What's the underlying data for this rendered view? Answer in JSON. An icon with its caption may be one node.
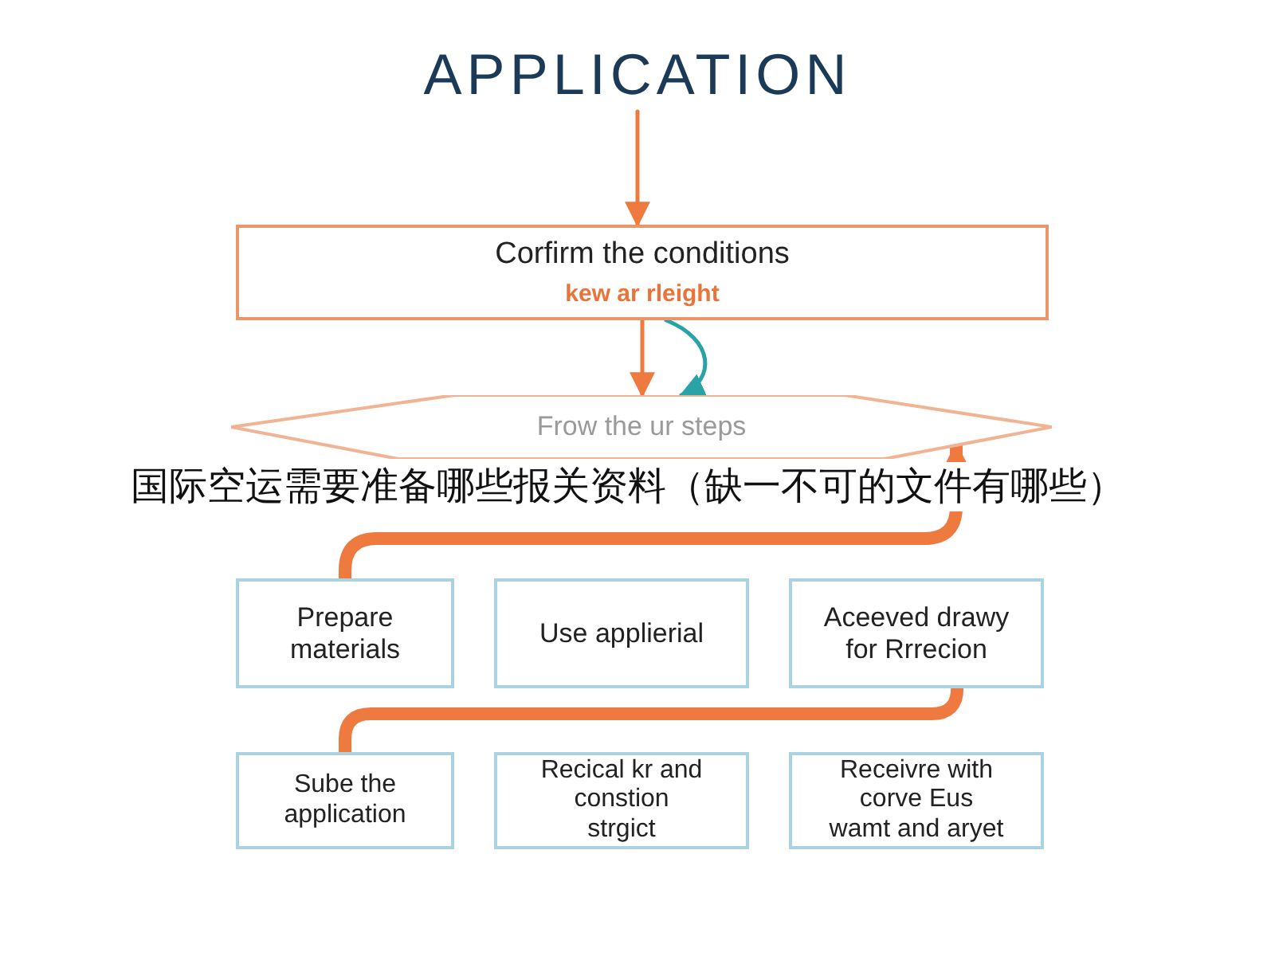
{
  "diagram": {
    "nodes": [
      {
        "text": [
          "APPLICATION"
        ]
      },
      {
        "text": [
          "Corfirm the conditions",
          "kew ar rleight"
        ]
      },
      {
        "text": [
          "Frow the ur steps"
        ]
      },
      {
        "text": [
          "Prepare materials"
        ]
      },
      {
        "text": [
          "Use applierial"
        ]
      },
      {
        "text": [
          "Aceeved drawy for Rrrecion"
        ]
      },
      {
        "text": [
          "Sube the application"
        ]
      },
      {
        "text": [
          "Recical kr and constion strgict"
        ]
      },
      {
        "text": [
          "Receivre with corve Eus wamt and aryet"
        ]
      }
    ],
    "edges": [
      {
        "from": 0,
        "to": 1,
        "arrow": "to"
      },
      {
        "from": 1,
        "to": 2,
        "arrow": "to"
      },
      {
        "from": 1,
        "to": 2,
        "arrow": "to",
        "color": "#2aa3a6"
      },
      {
        "from": 3,
        "to": 2,
        "arrow": "to",
        "style": "thick"
      },
      {
        "from": 5,
        "to": 6,
        "arrow": "none",
        "style": "thick"
      }
    ],
    "labels": [
      "国际空运需要准备哪些报关资料（缺一不可的文件有哪些）"
    ]
  }
}
